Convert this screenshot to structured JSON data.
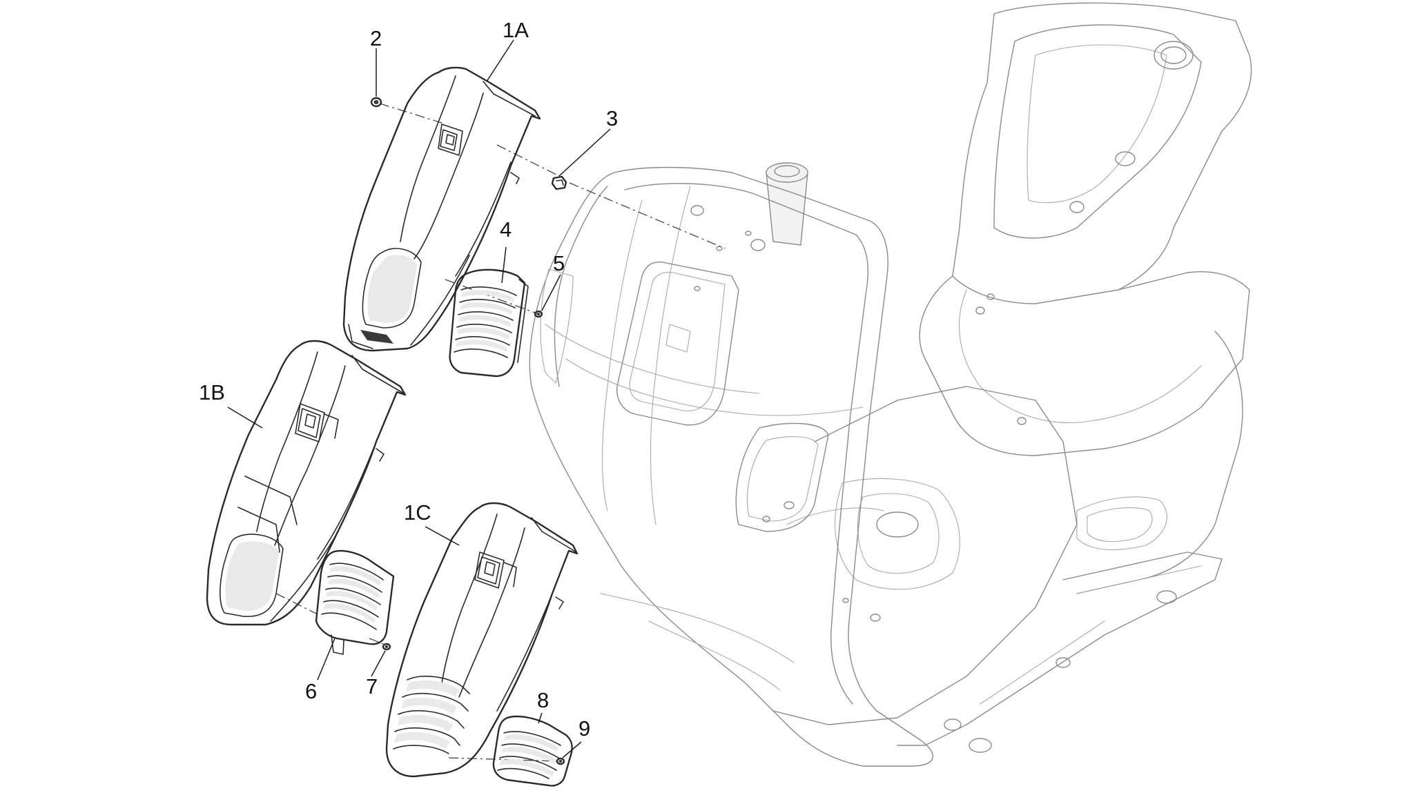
{
  "callouts": {
    "c1A": "1A",
    "c1B": "1B",
    "c1C": "1C",
    "c2": "2",
    "c3": "3",
    "c4": "4",
    "c5": "5",
    "c6": "6",
    "c7": "7",
    "c8": "8",
    "c9": "9"
  }
}
